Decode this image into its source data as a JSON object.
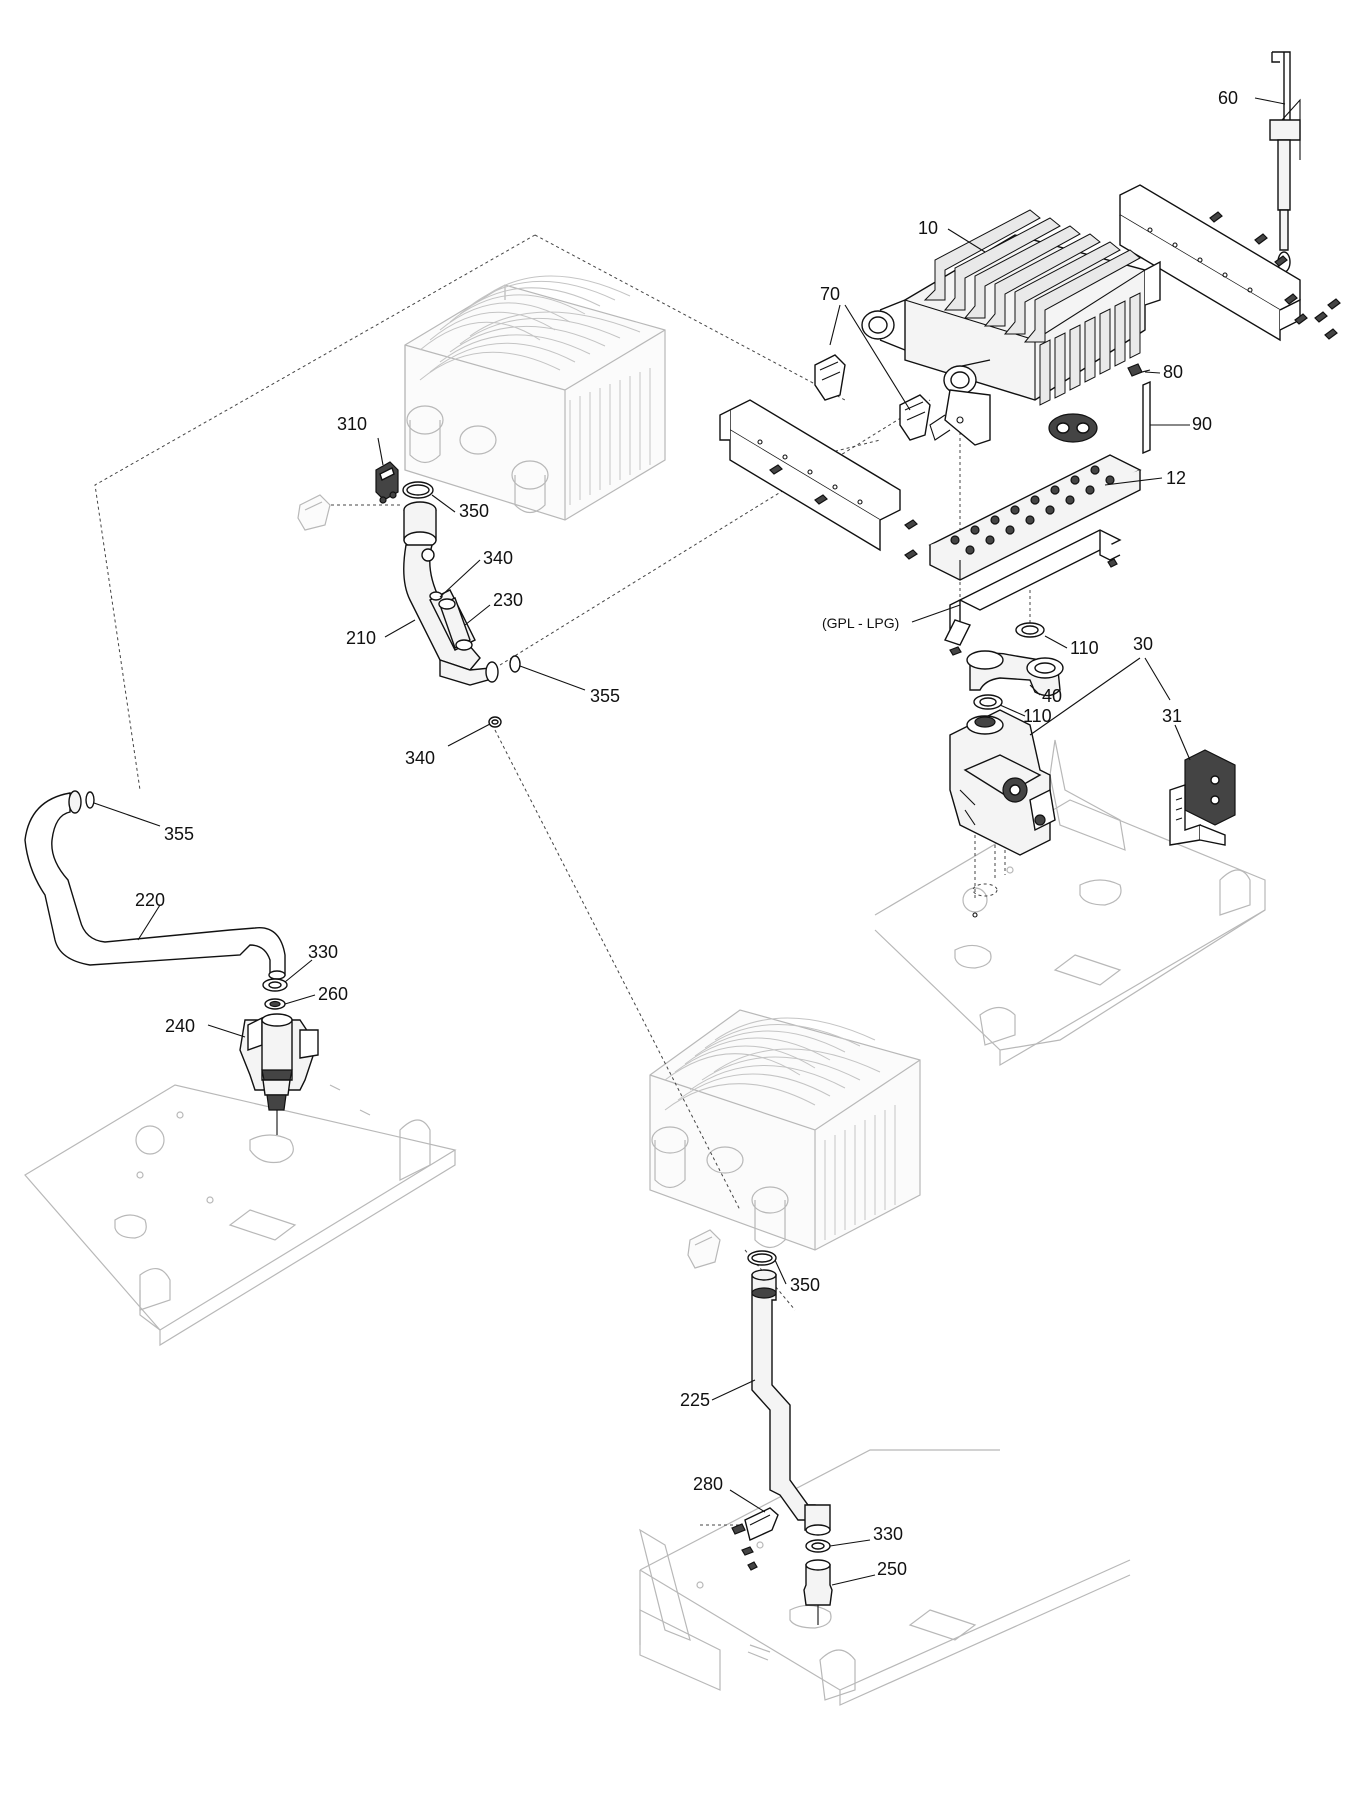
{
  "callouts": {
    "c10": "10",
    "c12": "12",
    "c30": "30",
    "c31": "31",
    "c40": "40",
    "c60": "60",
    "c70": "70",
    "c80": "80",
    "c90": "90",
    "c110a": "110",
    "c110b": "110",
    "gpl": "(GPL - LPG)",
    "c210": "210",
    "c220": "220",
    "c225": "225",
    "c230": "230",
    "c240": "240",
    "c250": "250",
    "c260": "260",
    "c280": "280",
    "c310": "310",
    "c330a": "330",
    "c330b": "330",
    "c340a": "340",
    "c340b": "340",
    "c350a": "350",
    "c350b": "350",
    "c355a": "355",
    "c355b": "355"
  },
  "colors": {
    "line": "#111111",
    "ghost": "#b8b8b8",
    "background": "#ffffff"
  }
}
